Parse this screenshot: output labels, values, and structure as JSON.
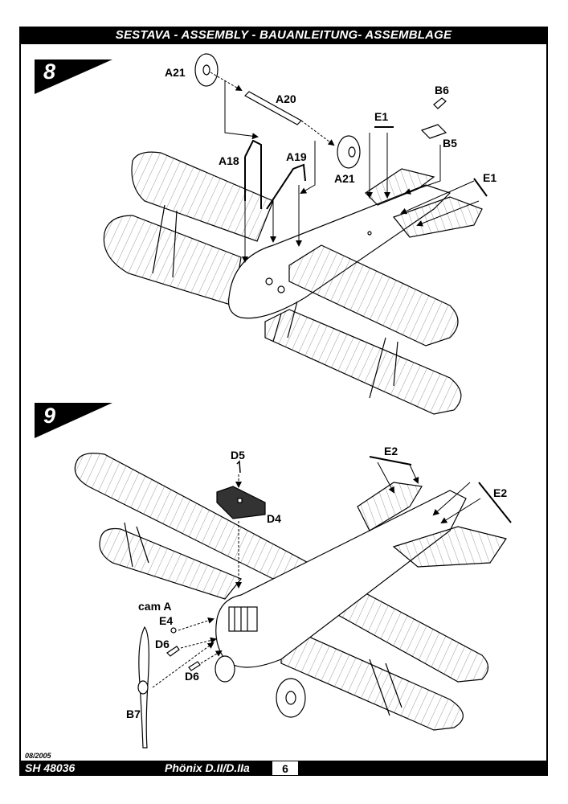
{
  "header": {
    "title": "SESTAVA -  ASSEMBLY - BAUANLEITUNG- ASSEMBLAGE"
  },
  "steps": [
    {
      "number": "8",
      "labels": {
        "a21_top": "A21",
        "a20": "A20",
        "b6": "B6",
        "e1_top": "E1",
        "b5": "B5",
        "a18": "A18",
        "a19": "A19",
        "a21_bottom": "A21",
        "e1_right": "E1"
      }
    },
    {
      "number": "9",
      "labels": {
        "d5": "D5",
        "e2_top": "E2",
        "e2_right": "E2",
        "d4": "D4",
        "cam_a": "cam A",
        "e4": "E4",
        "d6_upper": "D6",
        "d6_lower": "D6",
        "b7": "B7"
      }
    }
  ],
  "footer": {
    "date": "08/2005",
    "code": "SH 48036",
    "model": "Phönix D.II/D.IIa",
    "page": "6"
  },
  "colors": {
    "ink": "#000000",
    "paper": "#ffffff"
  }
}
